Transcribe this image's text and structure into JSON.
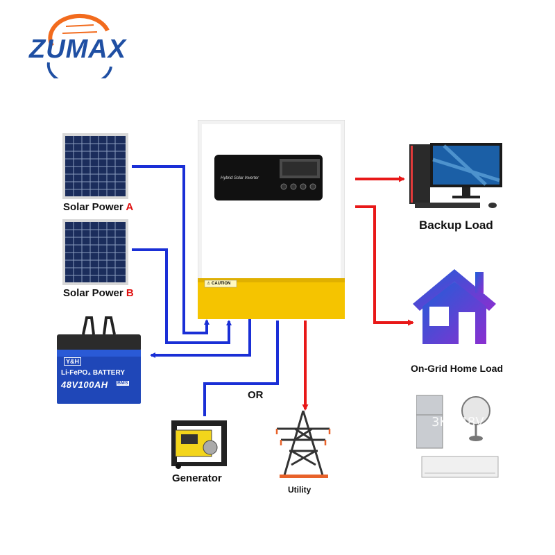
{
  "brand": {
    "logo_text": "ZUMAX"
  },
  "inverter": {
    "label": "Hybrid Solar Inverter",
    "caution": "⚠ CAUTION"
  },
  "solar_a": {
    "text": "Solar Power ",
    "letter": "A"
  },
  "solar_b": {
    "text": "Solar Power ",
    "letter": "B"
  },
  "battery": {
    "brand": "Y&H",
    "chem": "Li-FePO₄ BATTERY",
    "rating": "48V100AH",
    "bms": "BMS"
  },
  "generator": {
    "label": "Generator"
  },
  "utility": {
    "label": "Utility"
  },
  "or_label": "OR",
  "backup_load": {
    "label": "Backup Load"
  },
  "home_load": {
    "label": "On-Grid Home Load"
  },
  "watermark": "3KW48V",
  "colors": {
    "dc_line": "#1a2fd6",
    "ac_line": "#e81818",
    "inverter_yellow": "#f5c400",
    "logo_blue": "#1f4fa3"
  }
}
